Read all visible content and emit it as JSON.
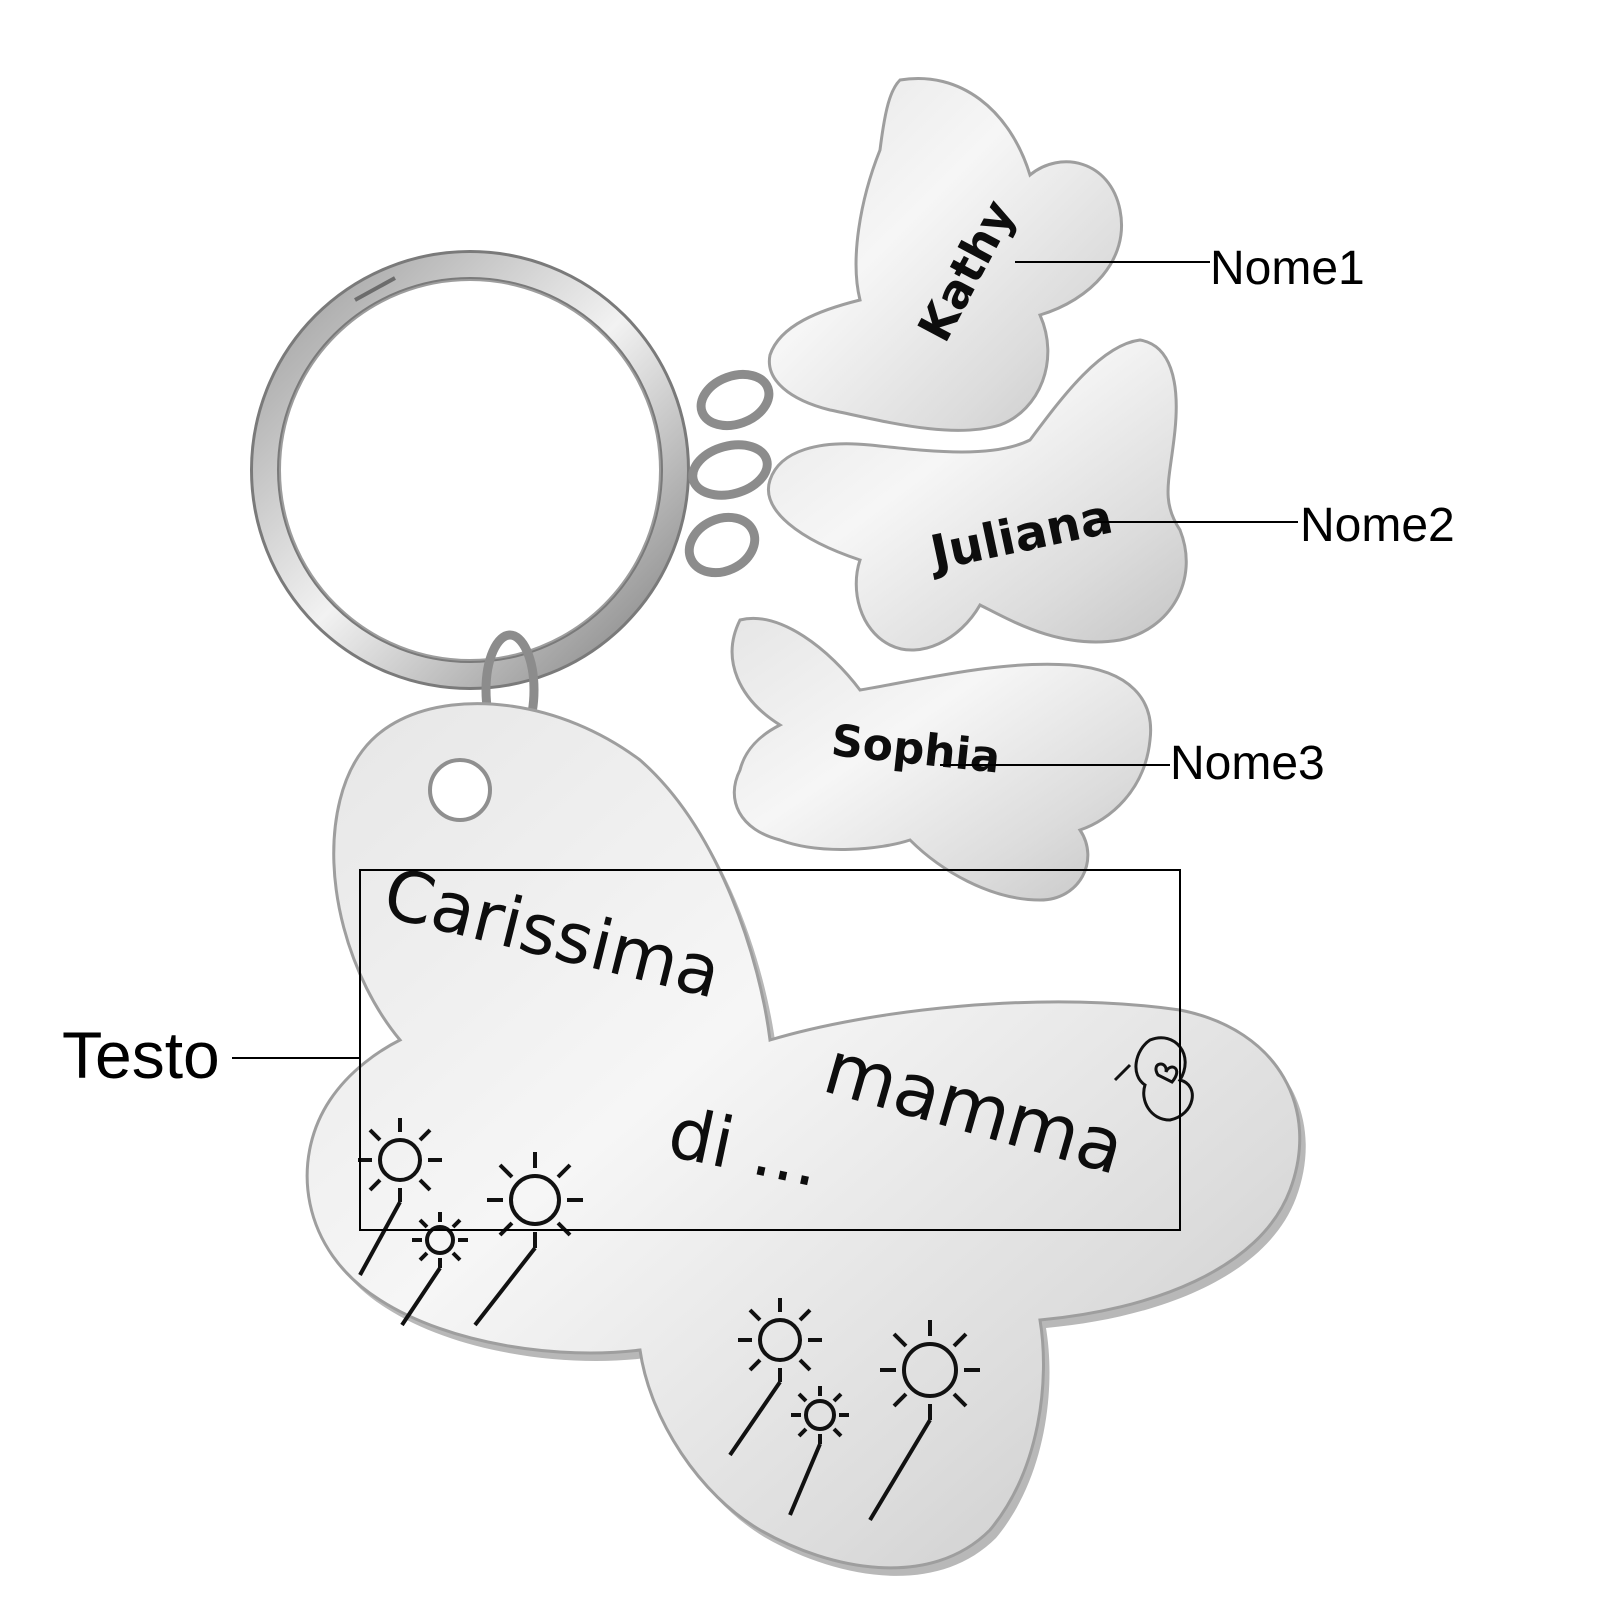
{
  "colors": {
    "metal_light": "#f4f4f4",
    "metal_mid": "#d9d9d9",
    "metal_dark": "#8a8a8a",
    "engraving": "#0d0d0d",
    "callout_line": "#000000"
  },
  "tags": {
    "kathy": "Kathy",
    "juliana": "Juliana",
    "sophia": "Sophia"
  },
  "main_text": {
    "line1": "Carissima",
    "line2": "mamma",
    "line3": "di ..."
  },
  "callouts": {
    "nome1": "Nome1",
    "nome2": "Nome2",
    "nome3": "Nome3",
    "testo": "Testo"
  },
  "decorations": {
    "flower_icon": "sunflower-icon",
    "small_icon": "butterfly-heart-icon"
  }
}
